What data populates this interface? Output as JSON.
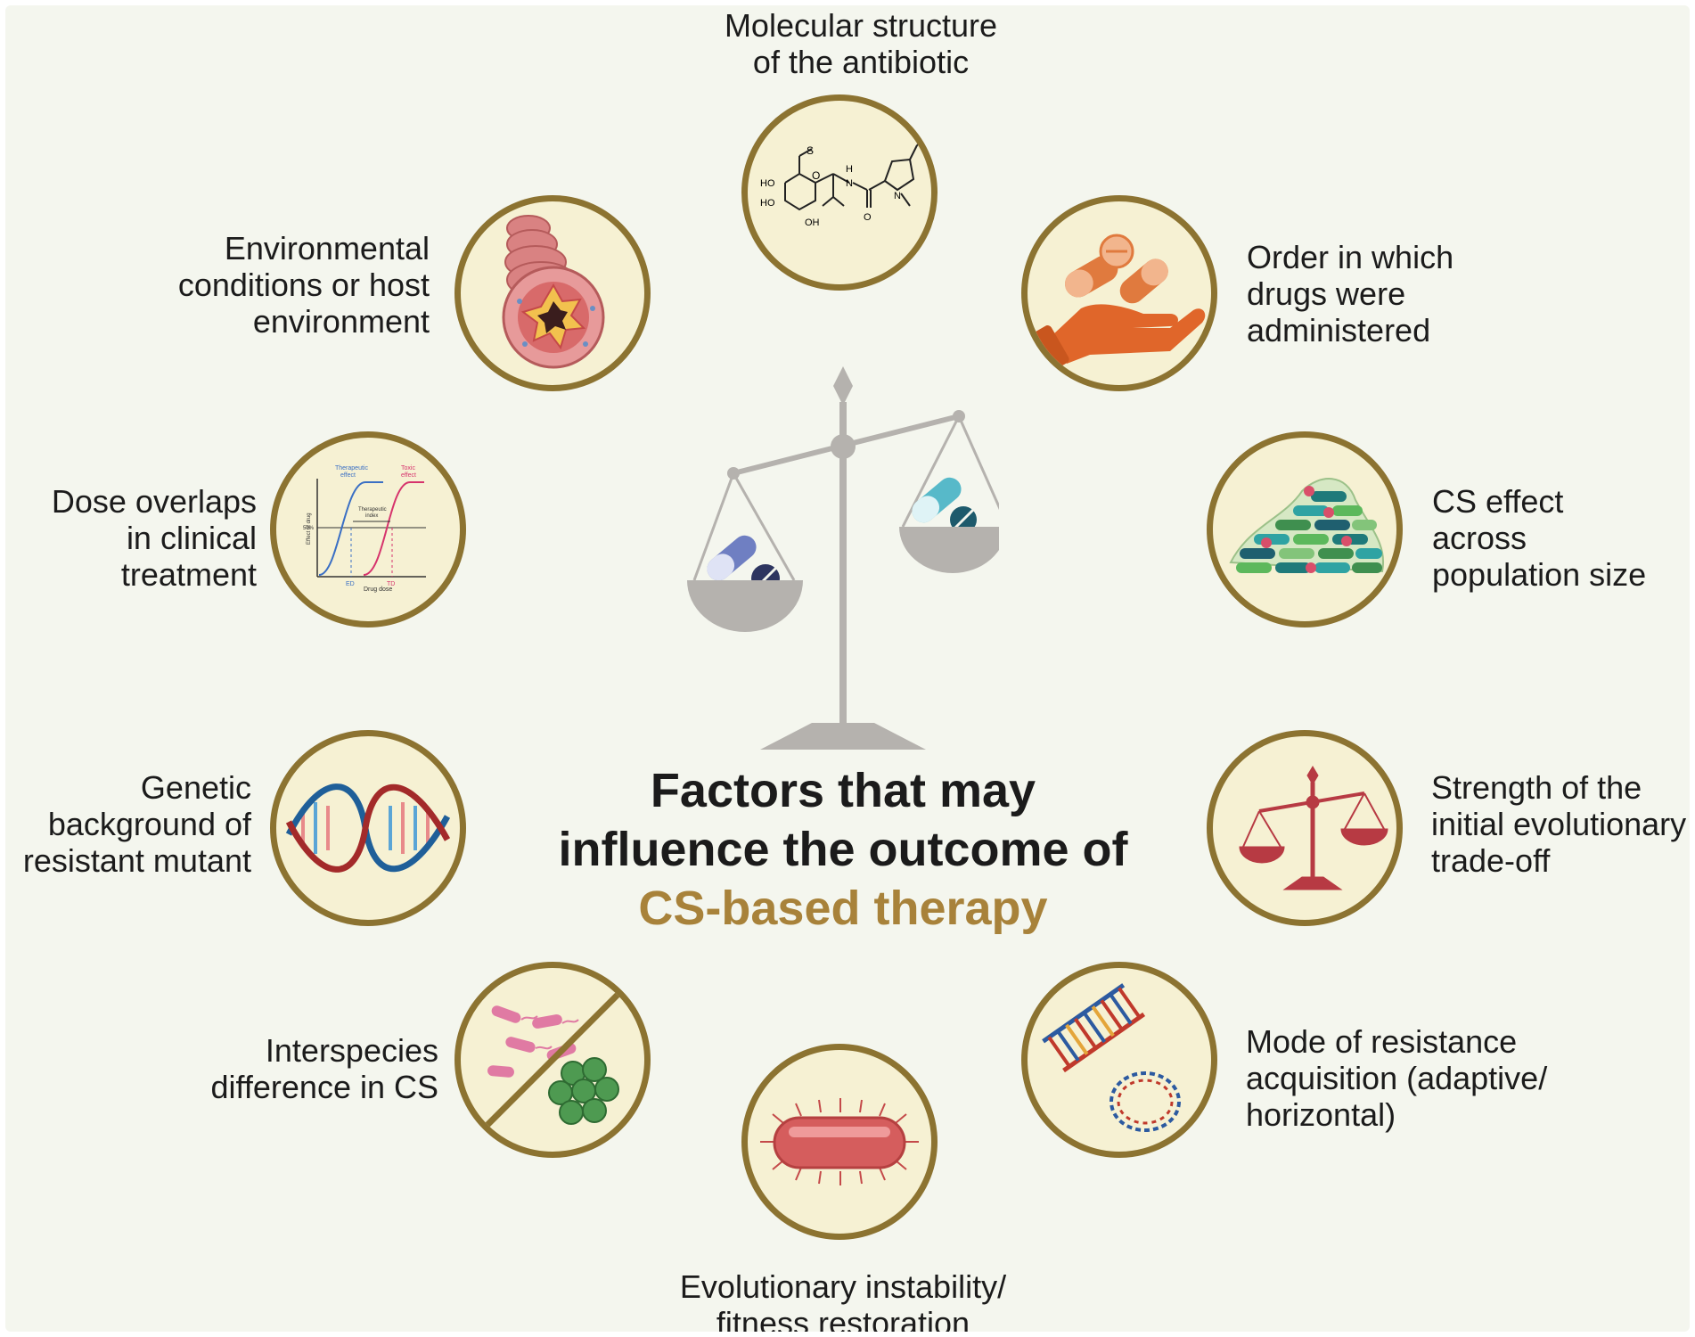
{
  "title": {
    "line1": "Factors that may",
    "line2": "influence the outcome of",
    "line3": "CS-based therapy"
  },
  "colors": {
    "ring": "#8c7331",
    "circle_fill": "#f6f1d3",
    "accent_title": "#a8823a",
    "scale_gray": "#b5b2ae"
  },
  "factors": [
    {
      "id": "molecular-structure",
      "icon": "molecule-icon",
      "lines": [
        "Molecular structure",
        "of the antibiotic"
      ]
    },
    {
      "id": "drug-order",
      "icon": "hand-pills-icon",
      "lines": [
        "Order in which",
        "drugs were",
        "administered"
      ]
    },
    {
      "id": "population-size",
      "icon": "bacteria-population-icon",
      "lines": [
        "CS effect",
        "across",
        "population size"
      ]
    },
    {
      "id": "trade-off",
      "icon": "balance-scale-icon",
      "lines": [
        "Strength of the",
        "initial evolutionary",
        "trade-off"
      ]
    },
    {
      "id": "resistance-mode",
      "icon": "dna-plasmid-icon",
      "lines": [
        "Mode of resistance",
        "acquisition (adaptive/",
        "horizontal)"
      ]
    },
    {
      "id": "instability",
      "icon": "bacterium-icon",
      "lines": [
        "Evolutionary instability/",
        "fitness restoration"
      ]
    },
    {
      "id": "interspecies",
      "icon": "bacteria-species-icon",
      "lines": [
        "Interspecies",
        "difference in CS"
      ]
    },
    {
      "id": "genetic-background",
      "icon": "dna-helix-icon",
      "lines": [
        "Genetic",
        "background of",
        "resistant mutant"
      ]
    },
    {
      "id": "dose-overlap",
      "icon": "dose-response-icon",
      "lines": [
        "Dose overlaps",
        "in clinical",
        "treatment"
      ]
    },
    {
      "id": "environment",
      "icon": "airway-tissue-icon",
      "lines": [
        "Environmental",
        "conditions or host",
        "environment"
      ]
    }
  ],
  "icon_text": {
    "molecule": {
      "s": "S",
      "o": "O",
      "ho1": "HO",
      "ho2": "HO",
      "oh": "OH",
      "h": "H",
      "n1": "N",
      "n2": "N",
      "o2": "O"
    },
    "dose_chart": {
      "therapeutic": [
        "Therapeutic",
        "effect"
      ],
      "toxic": [
        "Toxic",
        "effect"
      ],
      "index": [
        "Therapeutic",
        "index"
      ],
      "ylabel": "Effect of drug",
      "xlabel": "Drug dose",
      "pct": "50%",
      "ed": "ED",
      "td": "TD",
      "sub": "50"
    }
  }
}
